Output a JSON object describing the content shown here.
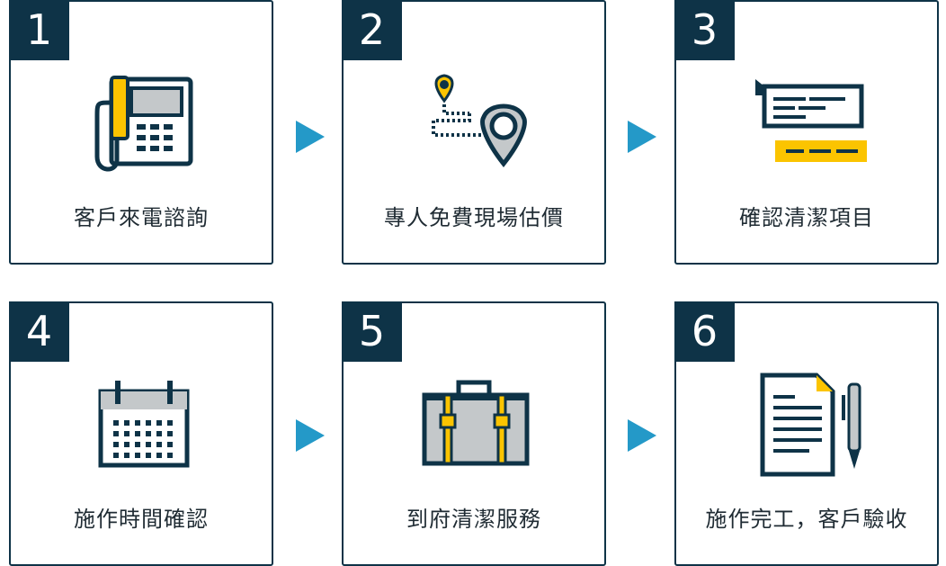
{
  "steps": [
    {
      "number": "1",
      "label": "客戶來電諮詢",
      "icon": "phone-icon"
    },
    {
      "number": "2",
      "label": "專人免費現場估價",
      "icon": "location-route-icon"
    },
    {
      "number": "3",
      "label": "確認清潔項目",
      "icon": "checklist-icon"
    },
    {
      "number": "4",
      "label": "施作時間確認",
      "icon": "calendar-icon"
    },
    {
      "number": "5",
      "label": "到府清潔服務",
      "icon": "briefcase-icon"
    },
    {
      "number": "6",
      "label": "施作完工，客戶驗收",
      "icon": "document-pen-icon"
    }
  ],
  "colors": {
    "dark_navy": "#0e3347",
    "accent_yellow": "#fbc400",
    "arrow_blue": "#2499c8",
    "icon_gray": "#c4c8ca"
  }
}
